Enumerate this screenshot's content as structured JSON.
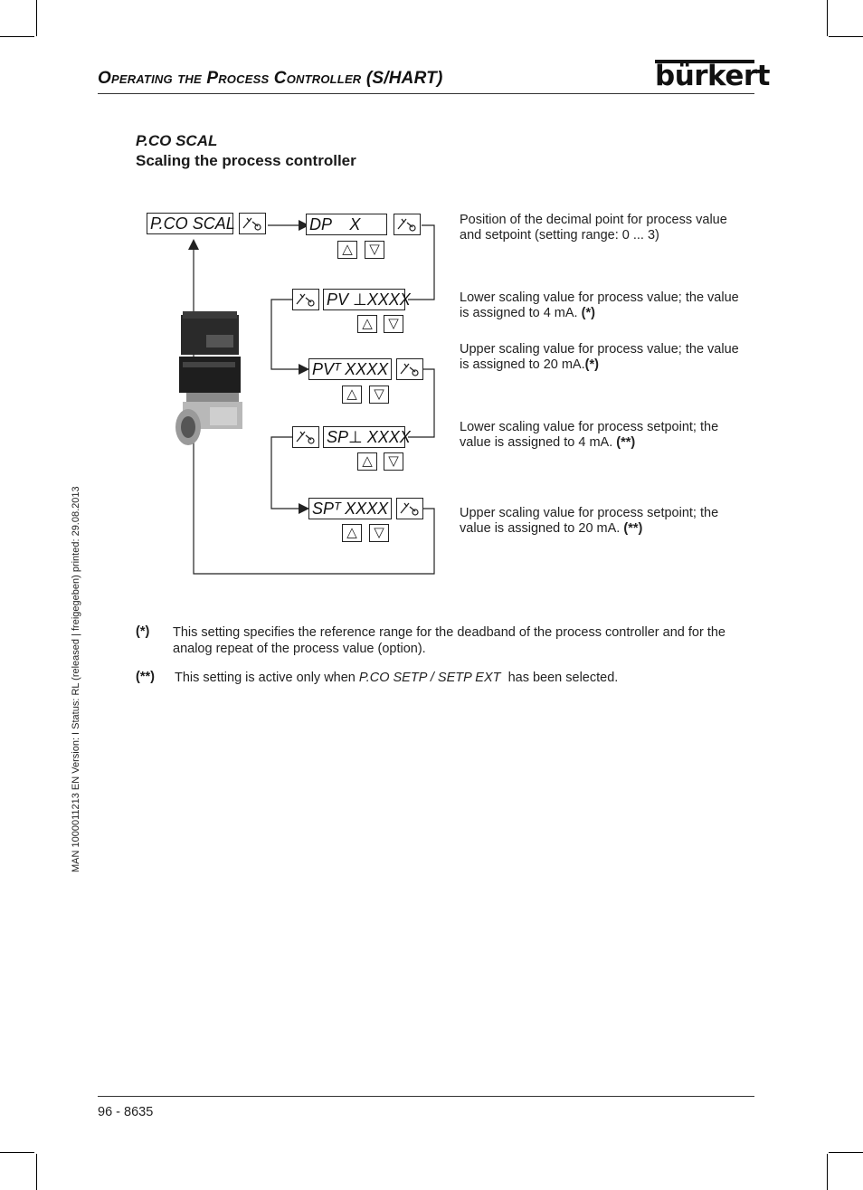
{
  "header": {
    "title": "Operating the Process Controller (S/HART)",
    "logo": "bürkert"
  },
  "section": {
    "code": "P.CO SCAL",
    "title": "Scaling the process controller"
  },
  "displays": {
    "pco_scal": "P.CO SCAL",
    "dp": "DP    X",
    "pv_low": "PV ⊥XXXX",
    "pv_high": "PVᵀ XXXX",
    "sp_low": "SP⊥ XXXX",
    "sp_high": "SPᵀ XXXX"
  },
  "icons": {
    "key_button": "hand-key-icon",
    "arrow_up": "arrow-up-icon",
    "arrow_down": "arrow-down-icon",
    "device": "process-controller-device-image"
  },
  "descriptions": {
    "dp": "Position of the decimal point for process value and setpoint (setting range: 0 ... 3)",
    "pv_low": "Lower scaling value for process value; the value is assigned to 4 mA.",
    "pv_low_mark": "(*)",
    "pv_high": "Upper scaling value for process value; the value is assigned to 20 mA.",
    "pv_high_mark": "(*)",
    "sp_low": "Lower scaling value for process setpoint; the value is assigned to 4 mA.",
    "sp_low_mark": "(**)",
    "sp_high": "Upper scaling value for process setpoint; the value is assigned to 20 mA.",
    "sp_high_mark": "(**)"
  },
  "notes": [
    {
      "mark": "(*)",
      "text": "This setting specifies the reference range for the deadband of the process controller and for the analog repeat of the process value (option)."
    },
    {
      "mark": "(**)",
      "text_before": "This setting is active only when",
      "text_italic": "P.CO SETP / SETP EXT",
      "text_after": "has been selected."
    }
  ],
  "sidebar": "MAN 1000011213 EN Version: I Status: RL (released | freigegeben) printed: 29.08.2013",
  "footer": "96 - 8635",
  "colors": {
    "text": "#1a1a1a",
    "rule": "#333333"
  }
}
